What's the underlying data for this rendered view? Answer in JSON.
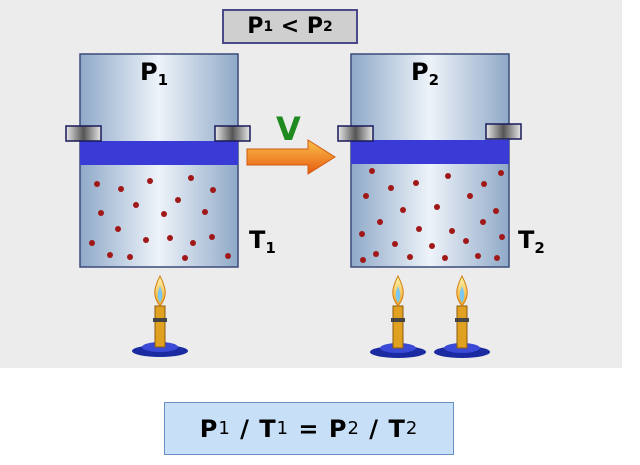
{
  "header": {
    "P1": "P",
    "P1_sub": "1",
    "op": " < ",
    "P2": "P",
    "P2_sub": "2"
  },
  "cylinders": [
    {
      "label": "P",
      "label_sub": "1",
      "temp": "T",
      "temp_sub": "1"
    },
    {
      "label": "P",
      "label_sub": "2",
      "temp": "T",
      "temp_sub": "2"
    }
  ],
  "arrow_label": "V",
  "formula": {
    "p1": "P",
    "p1_sub": "1",
    "t1": "T",
    "t1_sub": "1",
    "p2": "P",
    "p2_sub": "2",
    "t2": "T",
    "t2_sub": "2",
    "slash1": " / ",
    "eq": " = ",
    "slash2": " / "
  },
  "colors": {
    "piston": "#3a3ad6",
    "particle": "#a01818",
    "arrow": "#f07a10",
    "flame": "#f0c020"
  }
}
